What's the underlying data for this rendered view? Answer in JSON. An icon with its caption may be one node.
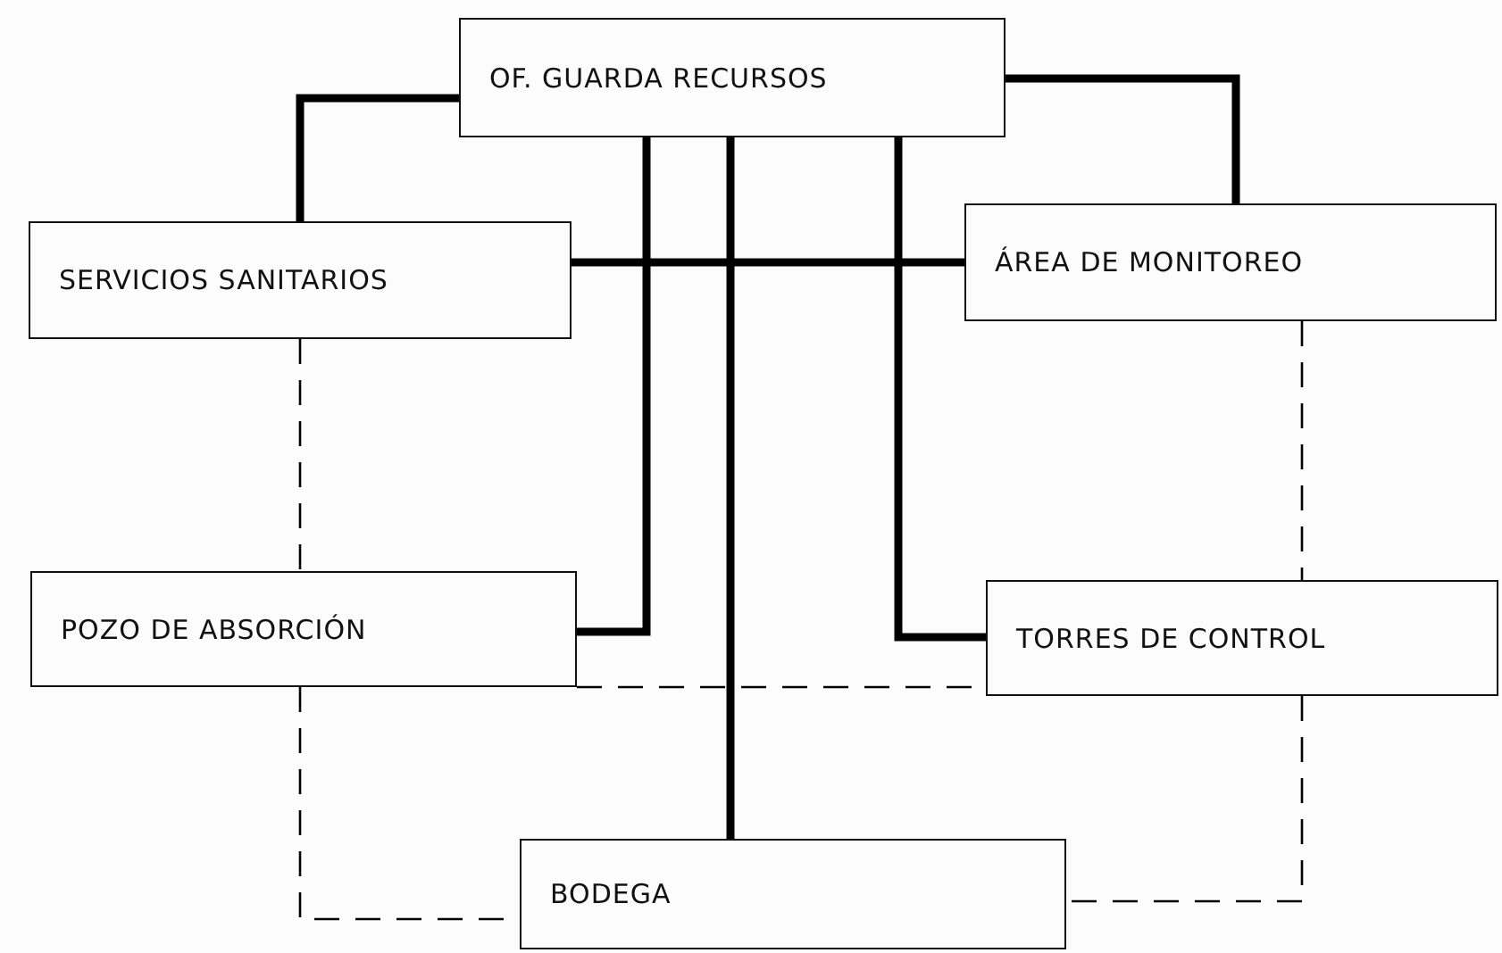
{
  "diagram": {
    "nodes": [
      {
        "text": [
          "OF. GUARDA RECURSOS"
        ]
      },
      {
        "text": [
          "SERVICIOS SANITARIOS"
        ]
      },
      {
        "text": [
          "ÁREA DE MONITOREO"
        ]
      },
      {
        "text": [
          "POZO DE ABSORCIÓN"
        ]
      },
      {
        "text": [
          "TORRES DE CONTROL"
        ]
      },
      {
        "text": [
          "BODEGA"
        ]
      }
    ],
    "edges": [
      {
        "from": 0,
        "to": 1,
        "arrow": "none"
      },
      {
        "from": 0,
        "to": 2,
        "arrow": "none"
      },
      {
        "from": 1,
        "to": 2,
        "arrow": "none"
      },
      {
        "from": 0,
        "to": 3,
        "arrow": "none"
      },
      {
        "from": 0,
        "to": 5,
        "arrow": "none"
      },
      {
        "from": 0,
        "to": 4,
        "arrow": "none"
      },
      {
        "from": 1,
        "to": 3,
        "arrow": "none",
        "style": "dashed"
      },
      {
        "from": 2,
        "to": 4,
        "arrow": "none",
        "style": "dashed"
      },
      {
        "from": 3,
        "to": 4,
        "arrow": "none",
        "style": "dashed"
      },
      {
        "from": 3,
        "to": 5,
        "arrow": "none",
        "style": "dashed"
      },
      {
        "from": 4,
        "to": 5,
        "arrow": "none",
        "style": "dashed"
      }
    ]
  }
}
